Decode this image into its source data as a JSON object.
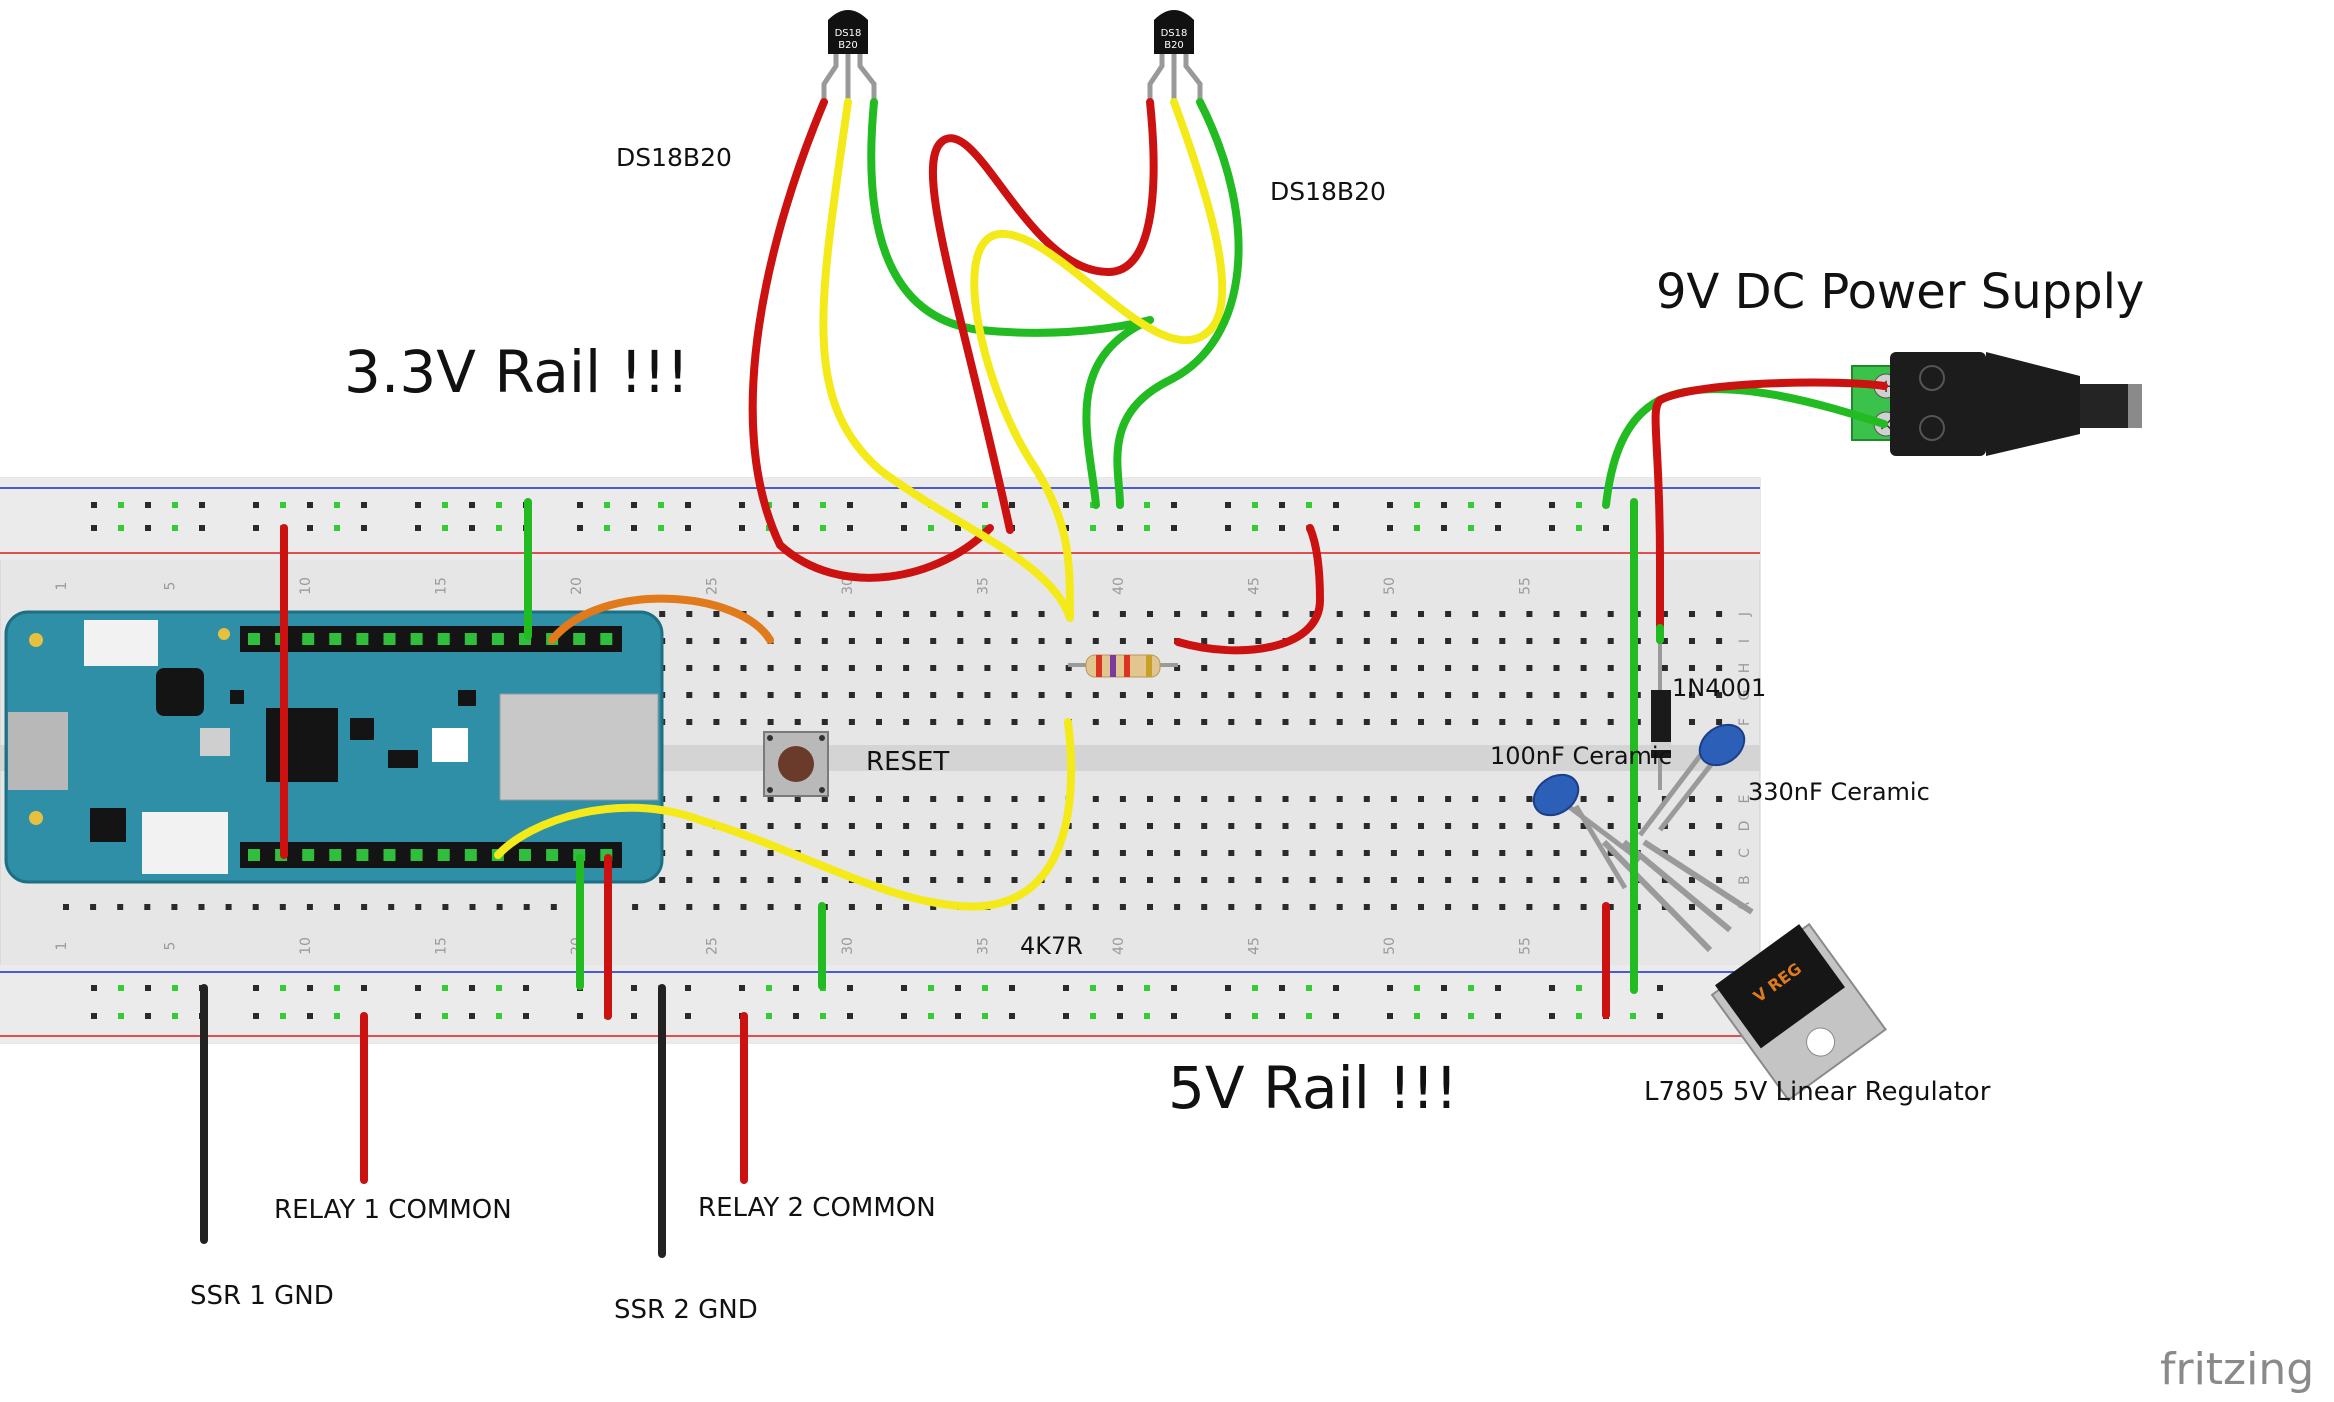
{
  "labels": {
    "ds18b20_left": "DS18B20",
    "ds18b20_right": "DS18B20",
    "sensor_chip_text_1": "DS18",
    "sensor_chip_text_2": "B20",
    "rail_33": "3.3V Rail !!!",
    "rail_5": "5V Rail !!!",
    "power_supply": "9V DC Power Supply",
    "reset": "RESET",
    "resistor": "4K7R",
    "diode": "1N4001",
    "cap_100nf": "100nF Ceramic",
    "cap_330nf": "330nF Ceramic",
    "regulator": "L7805 5V Linear Regulator",
    "regulator_chip": "V REG",
    "relay1": "RELAY 1 COMMON",
    "relay2": "RELAY 2 COMMON",
    "ssr1": "SSR 1 GND",
    "ssr2": "SSR 2 GND",
    "watermark": "fritzing"
  },
  "breadboard": {
    "column_numbers": [
      "1",
      "5",
      "10",
      "15",
      "20",
      "25",
      "30",
      "35",
      "40",
      "45",
      "50",
      "55"
    ],
    "row_letters_top": [
      "J",
      "I",
      "H",
      "G",
      "F"
    ],
    "row_letters_bottom": [
      "E",
      "D",
      "C",
      "B",
      "A"
    ]
  },
  "colors": {
    "wire_red": "#cc1111",
    "wire_yellow": "#f4ea1a",
    "wire_green": "#22bb22",
    "wire_orange": "#e07a1a",
    "wire_black": "#222222",
    "breadboard": "#e8e8e8",
    "rail_red_line": "#e05050",
    "rail_blue_line": "#4a5ad8",
    "arduino_board": "#2e8fa6",
    "capacitor": "#2c5fb8",
    "hole_highlight": "#33cc33"
  }
}
